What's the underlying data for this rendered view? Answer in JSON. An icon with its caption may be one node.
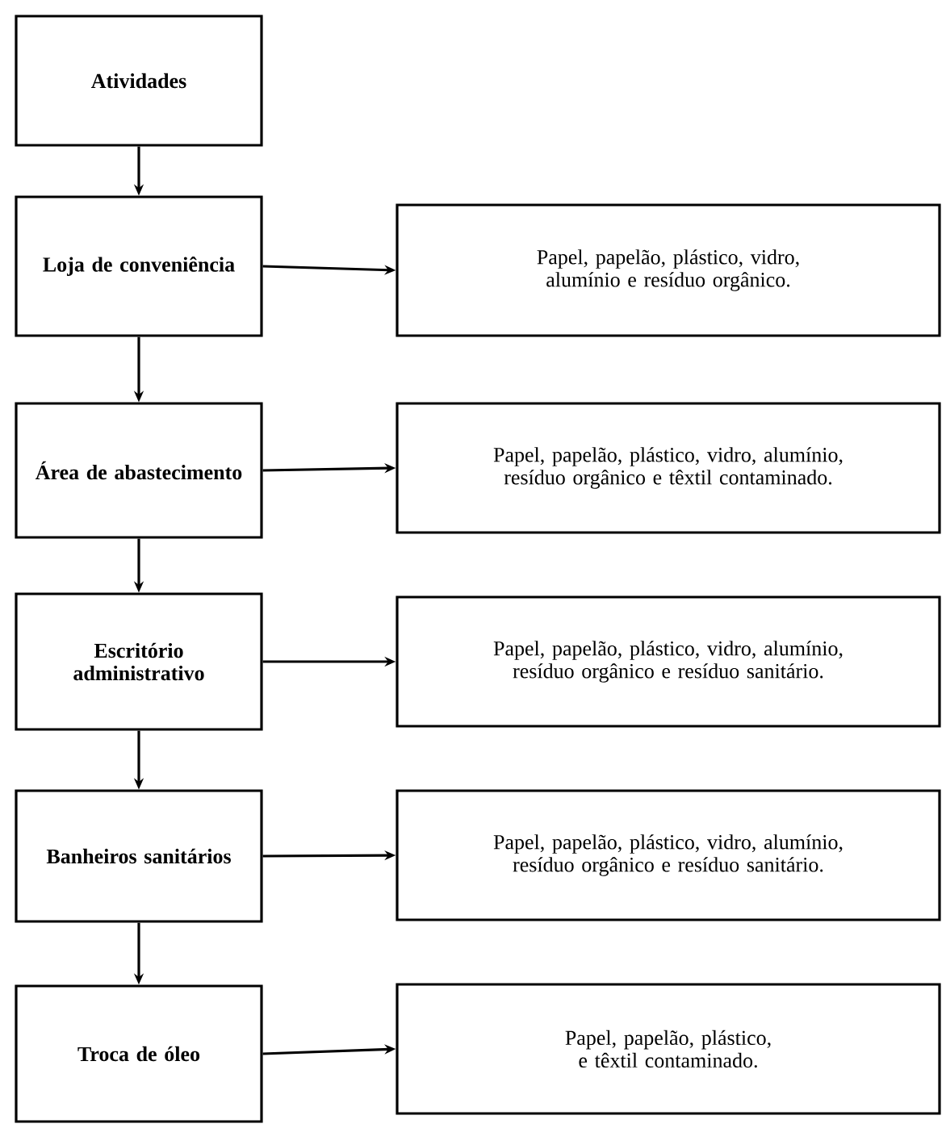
{
  "diagram": {
    "nodes": [
      {
        "text": [
          "Atividades"
        ]
      },
      {
        "text": [
          "Loja de conveniência"
        ]
      },
      {
        "text": [
          "Papel, papelão, plástico, vidro, alumínio e resíduo orgânico."
        ]
      },
      {
        "text": [
          "Área de abastecimento"
        ]
      },
      {
        "text": [
          "Papel, papelão, plástico, vidro, alumínio, resíduo orgânico e têxtil contaminado."
        ]
      },
      {
        "text": [
          "Escritório administrativo"
        ]
      },
      {
        "text": [
          "Papel, papelão, plástico, vidro, alumínio, resíduo orgânico e resíduo sanitário."
        ]
      },
      {
        "text": [
          "Banheiros sanitários"
        ]
      },
      {
        "text": [
          "Papel, papelão, plástico, vidro, alumínio, resíduo orgânico e resíduo sanitário."
        ]
      },
      {
        "text": [
          "Troca de óleo"
        ]
      },
      {
        "text": [
          "Papel, papelão, plástico, e têxtil contaminado."
        ]
      }
    ],
    "edges": [
      {
        "from": 0,
        "to": 1,
        "arrow": "to"
      },
      {
        "from": 1,
        "to": 3,
        "arrow": "to"
      },
      {
        "from": 3,
        "to": 5,
        "arrow": "to"
      },
      {
        "from": 5,
        "to": 7,
        "arrow": "to"
      },
      {
        "from": 7,
        "to": 9,
        "arrow": "to"
      },
      {
        "from": 1,
        "to": 2,
        "arrow": "to"
      },
      {
        "from": 3,
        "to": 4,
        "arrow": "to"
      },
      {
        "from": 5,
        "to": 6,
        "arrow": "to"
      },
      {
        "from": 7,
        "to": 8,
        "arrow": "to"
      },
      {
        "from": 9,
        "to": 10,
        "arrow": "to"
      }
    ]
  }
}
